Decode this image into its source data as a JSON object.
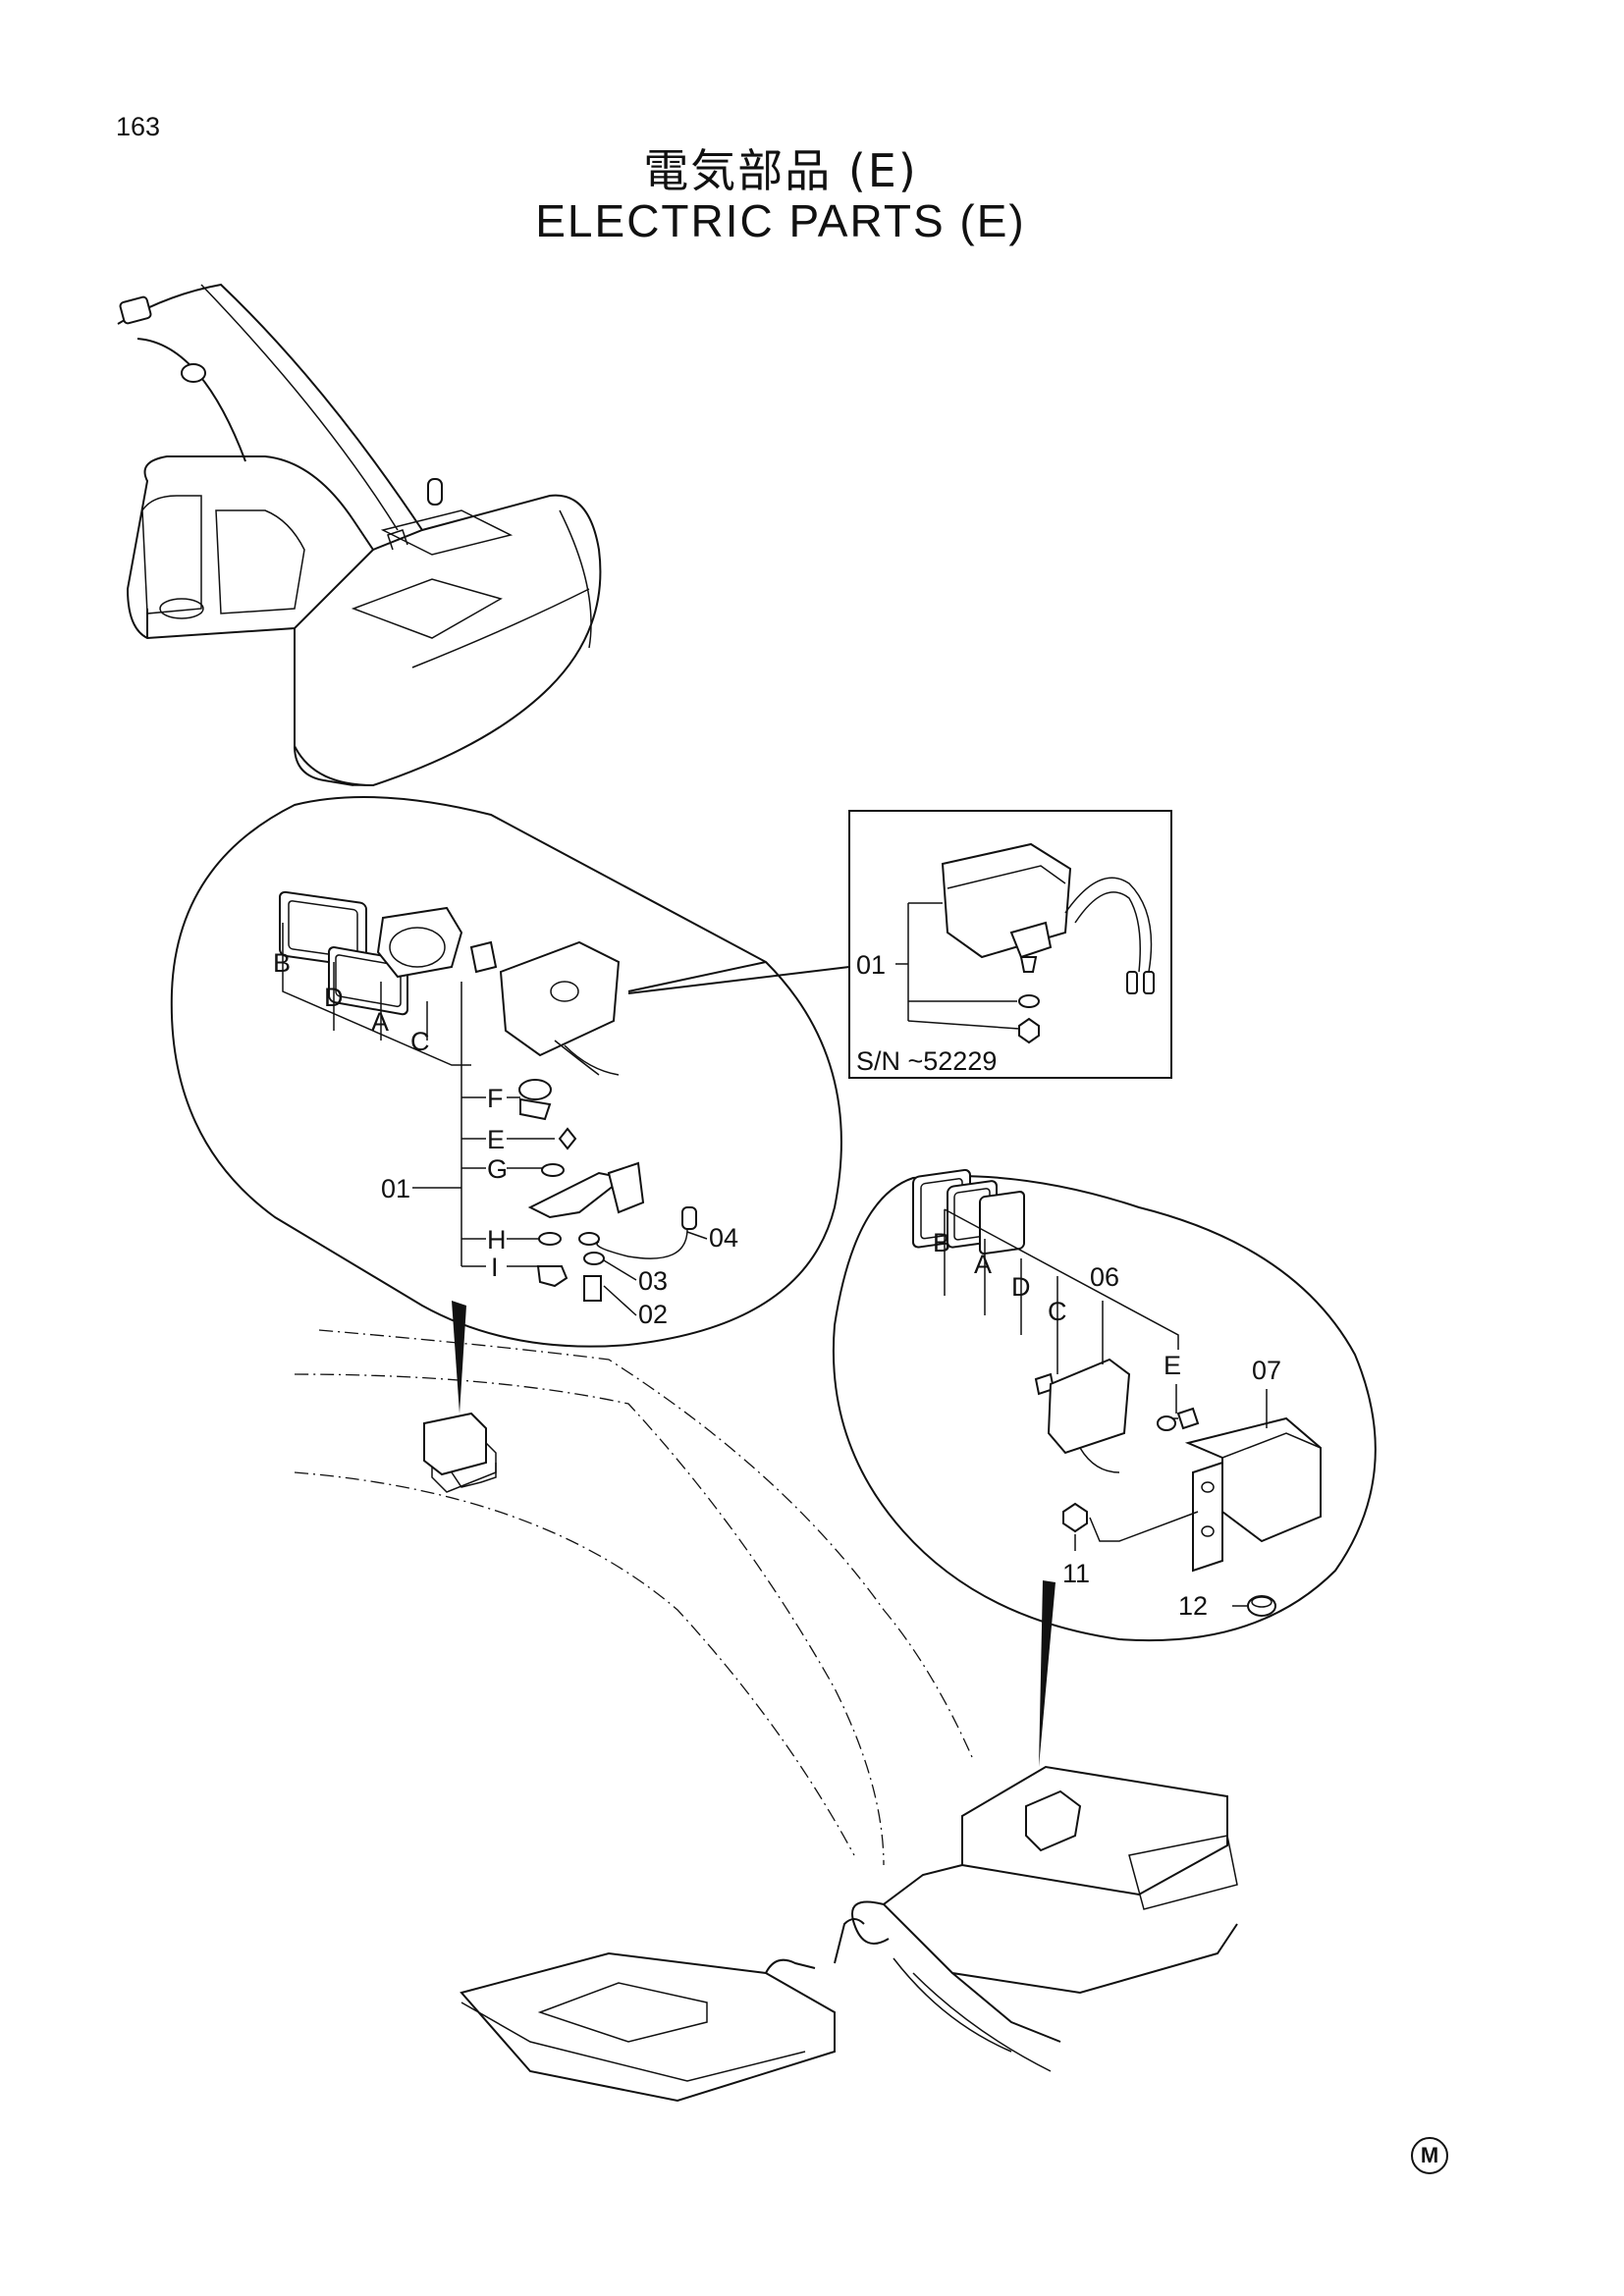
{
  "page": {
    "number": "163"
  },
  "title": {
    "japanese": "電気部品 (E)",
    "english": "ELECTRIC PARTS (E)"
  },
  "inset": {
    "serial_note": "S/N ~52229",
    "label_01": "01"
  },
  "left_lamp_detail": {
    "labels": {
      "B": "B",
      "D": "D",
      "A": "A",
      "C": "C",
      "F": "F",
      "E": "E",
      "G": "G",
      "H": "H",
      "I": "I",
      "ref_01": "01",
      "ref_02": "02",
      "ref_03": "03",
      "ref_04": "04"
    }
  },
  "right_lamp_detail": {
    "labels": {
      "B": "B",
      "A": "A",
      "D": "D",
      "C": "C",
      "E": "E",
      "ref_06": "06",
      "ref_07": "07",
      "ref_11": "11",
      "ref_12": "12"
    }
  },
  "corner_mark": "M"
}
